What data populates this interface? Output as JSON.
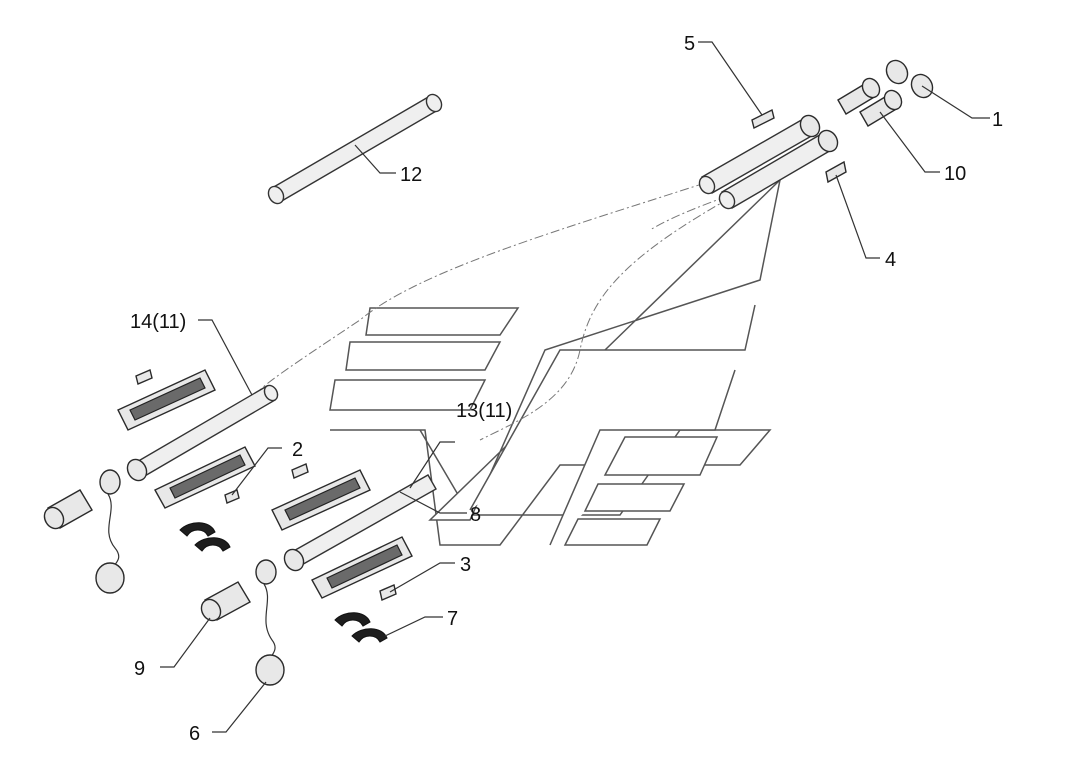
{
  "callouts": {
    "c1": "1",
    "c2": "2",
    "c3": "3",
    "c4": "4",
    "c5": "5",
    "c6": "6",
    "c7": "7",
    "c8": "8",
    "c9": "9",
    "c10": "10",
    "c12": "12",
    "c13": "13(11)",
    "c14": "14(11)"
  },
  "colors": {
    "line": "#333333",
    "part_fill": "#e8e8e8",
    "background": "#ffffff"
  }
}
